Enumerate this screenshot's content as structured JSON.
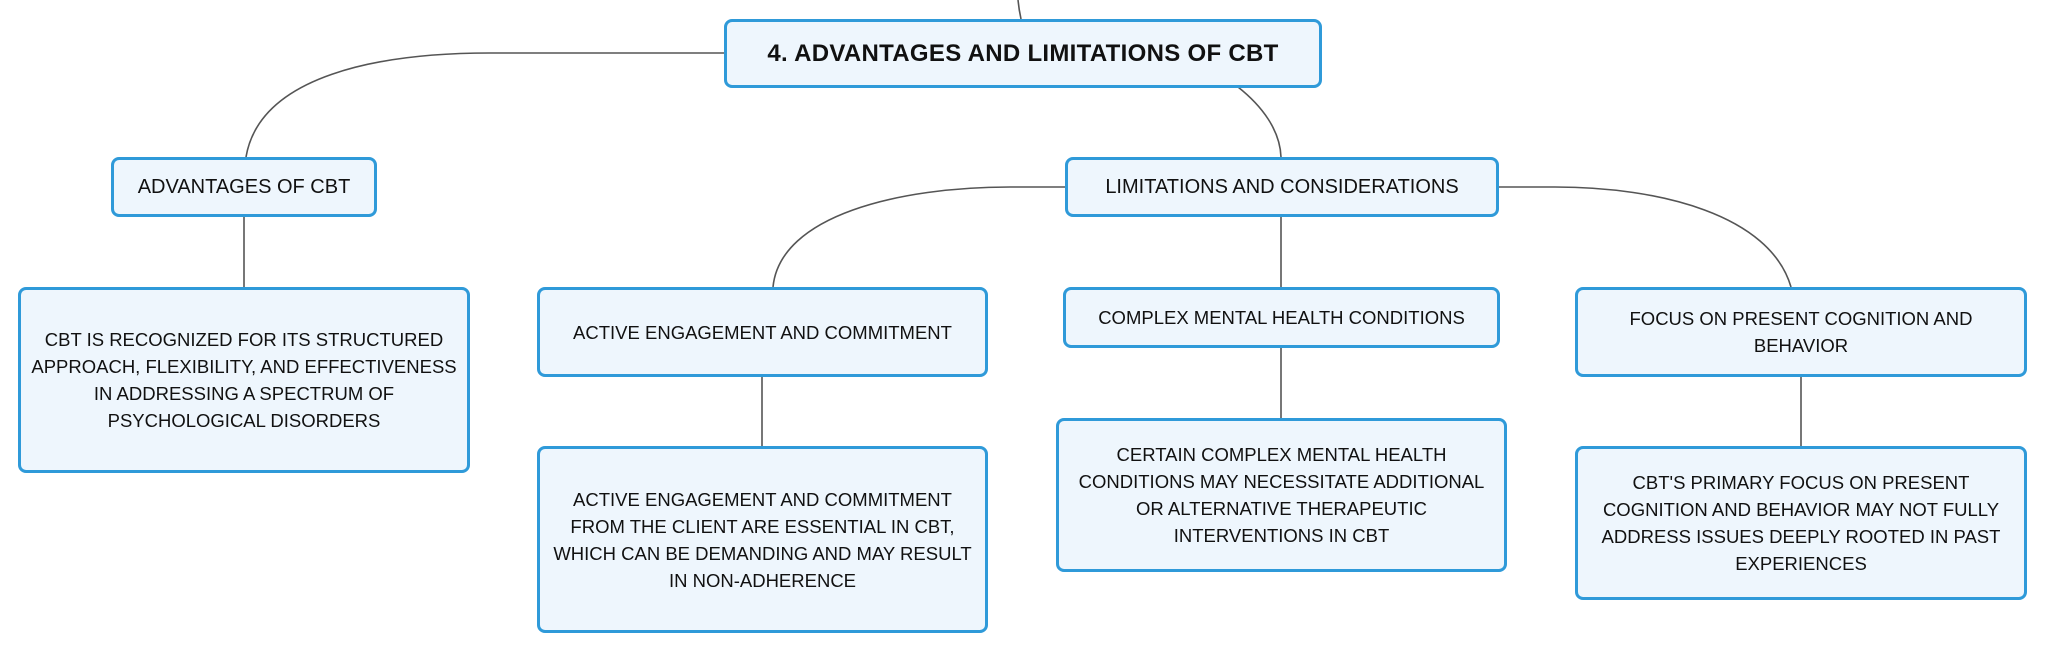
{
  "root": {
    "label": "4. ADVANTAGES AND LIMITATIONS OF CBT"
  },
  "branches": {
    "advantages": {
      "label": "ADVANTAGES OF CBT",
      "detail": "CBT IS RECOGNIZED FOR ITS STRUCTURED APPROACH, FLEXIBILITY, AND EFFECTIVENESS IN ADDRESSING A SPECTRUM OF PSYCHOLOGICAL DISORDERS"
    },
    "limitations": {
      "label": "LIMITATIONS AND CONSIDERATIONS",
      "items": [
        {
          "label": "ACTIVE ENGAGEMENT AND COMMITMENT",
          "detail": "ACTIVE ENGAGEMENT AND COMMITMENT FROM THE CLIENT ARE ESSENTIAL IN CBT, WHICH CAN BE DEMANDING AND MAY RESULT IN NON-ADHERENCE"
        },
        {
          "label": "COMPLEX MENTAL HEALTH CONDITIONS",
          "detail": "CERTAIN COMPLEX MENTAL HEALTH CONDITIONS MAY NECESSITATE ADDITIONAL OR ALTERNATIVE THERAPEUTIC INTERVENTIONS IN CBT"
        },
        {
          "label": "FOCUS ON PRESENT COGNITION AND BEHAVIOR",
          "detail": "CBT'S PRIMARY FOCUS ON PRESENT COGNITION AND BEHAVIOR MAY NOT FULLY ADDRESS ISSUES DEEPLY ROOTED IN PAST EXPERIENCES"
        }
      ]
    }
  },
  "colors": {
    "node_border": "#2f9ad9",
    "node_fill": "#eef6fd",
    "connector": "#555555"
  }
}
